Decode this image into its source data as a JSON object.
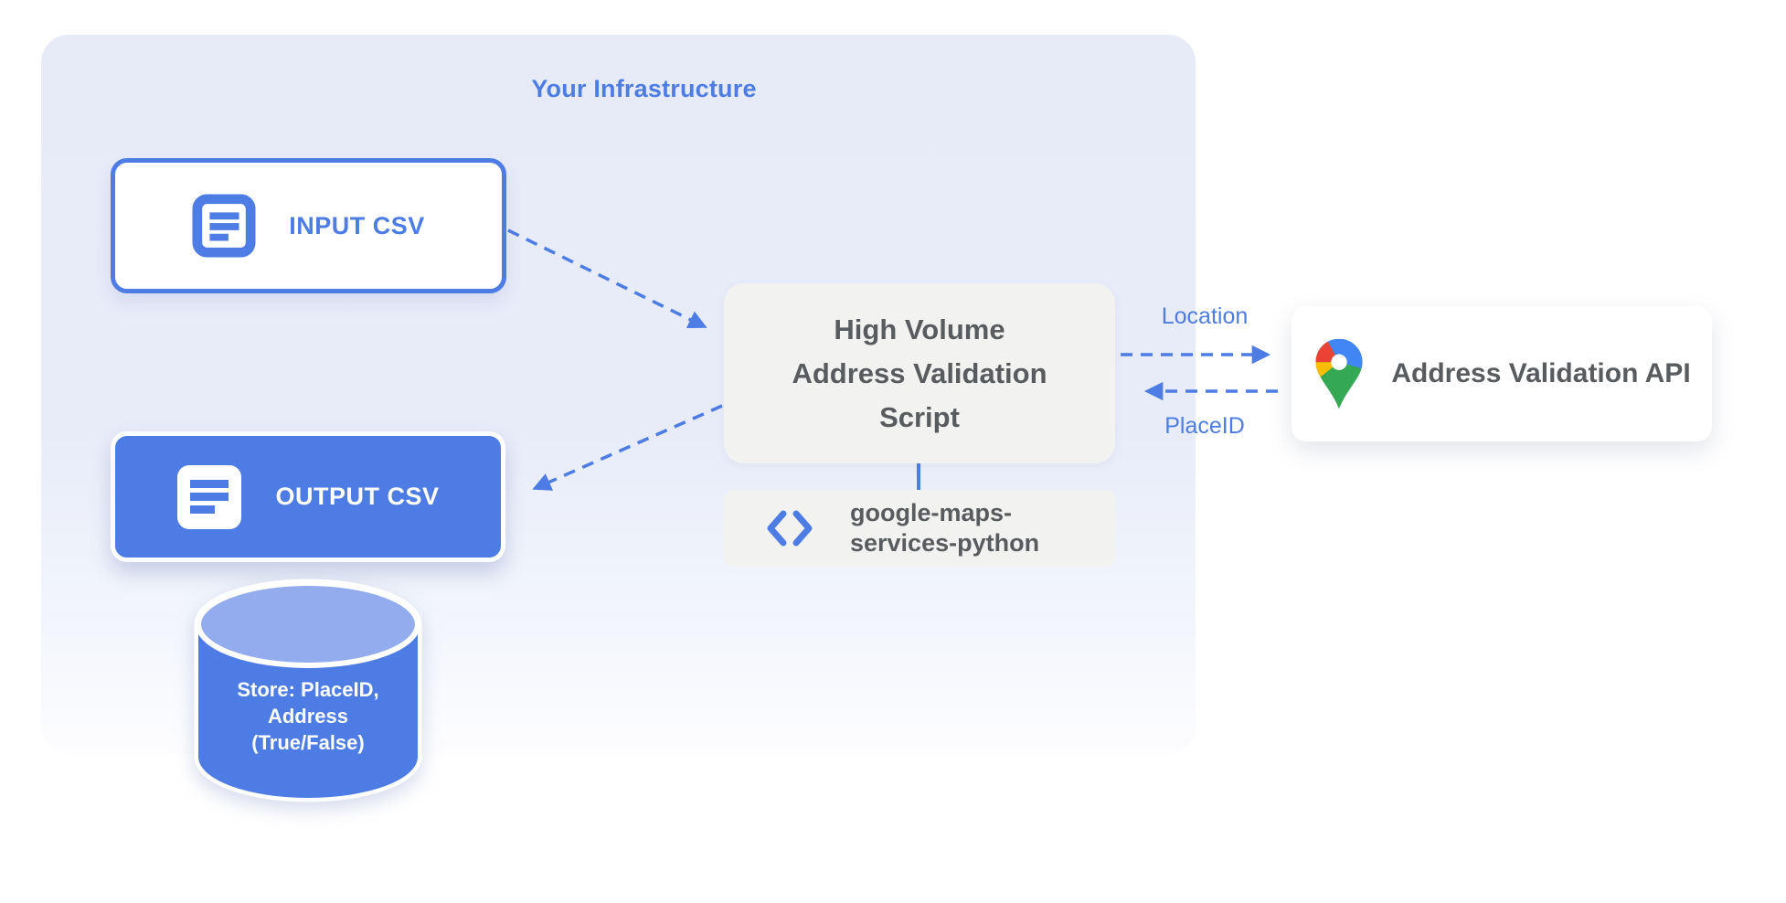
{
  "diagram": {
    "infrastructure_title": "Your Infrastructure",
    "nodes": {
      "input_csv": {
        "label": "INPUT CSV",
        "icon": "document-icon"
      },
      "output_csv": {
        "label": "OUTPUT CSV",
        "icon": "document-icon"
      },
      "datastore": {
        "lines": [
          "Store: PlaceID,",
          "Address",
          "(True/False)"
        ]
      },
      "script": {
        "lines": [
          "High Volume",
          "Address Validation",
          "Script"
        ]
      },
      "library": {
        "lines": [
          "google-maps-",
          "services-python"
        ],
        "icon": "code-icon"
      },
      "api": {
        "label": "Address Validation API",
        "icon": "google-maps-pin-icon"
      }
    },
    "edges": {
      "location_label": "Location",
      "placeid_label": "PlaceID"
    },
    "colors": {
      "accent_blue": "#4C7CE4",
      "container_bg": "#E8ECF8",
      "cylinder_top_blue": "#93ACEE",
      "box_gray": "#F2F2F1",
      "text_gray": "#595C5F",
      "pin_red": "#EA4335",
      "pin_blue": "#4285F4",
      "pin_yellow": "#FBBC04",
      "pin_green": "#34A853"
    }
  }
}
